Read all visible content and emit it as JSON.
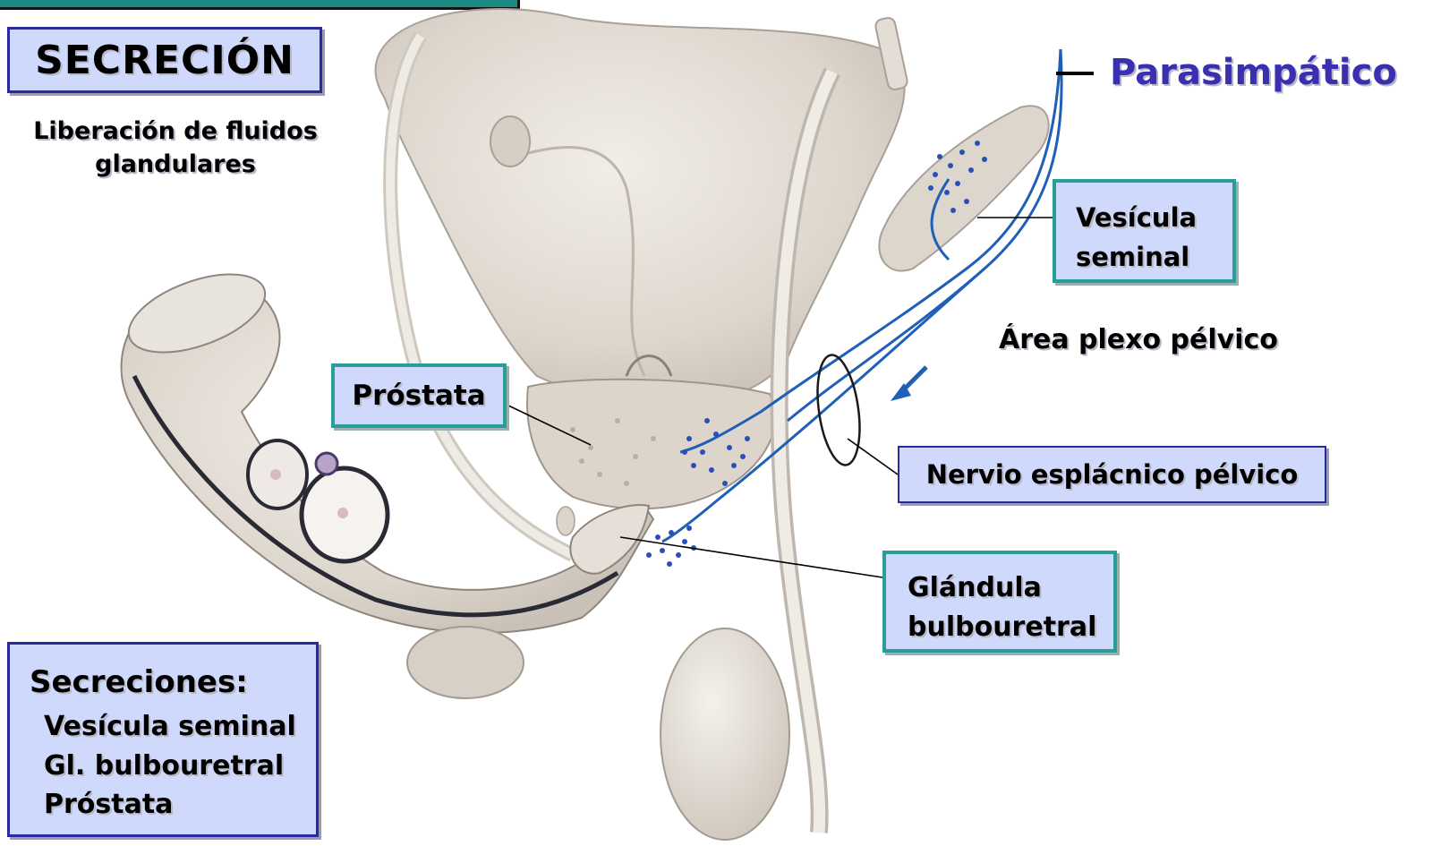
{
  "colors": {
    "teal": "#2a9d98",
    "box_fill": "#cfd9fb",
    "nerve_blue": "#1f5fb8",
    "title_purple": "#3a2fb0"
  },
  "secrecion": {
    "title": "SECRECIÓN",
    "subtitle": "Liberación de fluidos glandulares"
  },
  "parasimpatico": "Parasimpático",
  "labels": {
    "vesicula": "Vesícula seminal",
    "area_plexo": "Área plexo pélvico",
    "prostata": "Próstata",
    "nervio": "Nervio esplácnico pélvico",
    "glandula": "Glándula bulbouretral"
  },
  "secreciones": {
    "title": "Secreciones:",
    "items": [
      "Vesícula seminal",
      "Gl. bulbouretral",
      "Próstata"
    ]
  }
}
